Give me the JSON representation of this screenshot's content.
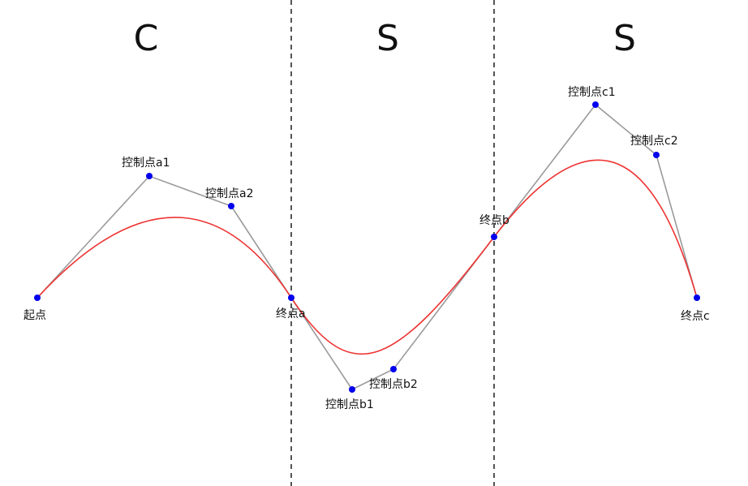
{
  "sections": [
    {
      "id": "c",
      "letter": "C"
    },
    {
      "id": "s1",
      "letter": "S"
    },
    {
      "id": "s2",
      "letter": "S"
    }
  ],
  "points": {
    "start": {
      "label": "起点"
    },
    "ctrl_a1": {
      "label": "控制点a1"
    },
    "ctrl_a2": {
      "label": "控制点a2"
    },
    "end_a": {
      "label": "终点a"
    },
    "ctrl_b1": {
      "label": "控制点b1"
    },
    "ctrl_b2": {
      "label": "控制点b2"
    },
    "end_b": {
      "label": "终点b"
    },
    "ctrl_c1": {
      "label": "控制点c1"
    },
    "ctrl_c2": {
      "label": "控制点c2"
    },
    "end_c": {
      "label": "终点c"
    }
  },
  "colors": {
    "curve": "#ee3333",
    "control_polygon": "#9a9a9a",
    "point": "#0000ee",
    "divider": "#555555"
  }
}
